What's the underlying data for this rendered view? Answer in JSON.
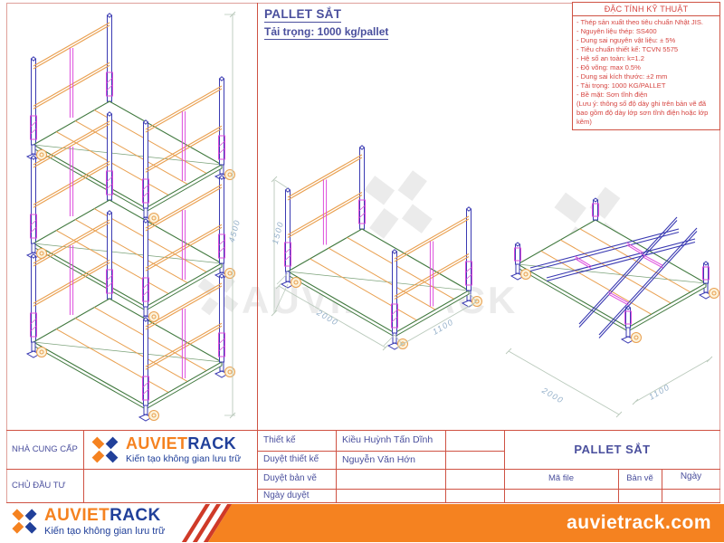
{
  "sheet": {
    "title": "PALLET SẮT",
    "load_note": "Tải trọng: 1000 kg/pallet"
  },
  "specs": {
    "title": "ĐẶC TÍNH KỸ THUẬT",
    "items": [
      "- Thép sản xuất theo tiêu chuẩn Nhật JIS.",
      "- Nguyên liệu thép: SS400",
      "- Dung sai nguyên vật liệu: ± 5%",
      "- Tiêu chuẩn thiết kế: TCVN 5575",
      "- Hệ số an toàn: k=1.2",
      "- Độ võng: max 0.5%",
      "- Dung sai kích thước: ±2 mm",
      "- Tải trọng: 1000 KG/PALLET",
      "- Bề mặt: Sơn tĩnh điện"
    ],
    "note": "(Lưu ý: thông số độ dày ghi trên bản vẽ đã bao gồm độ dày lớp sơn tĩnh điện hoặc lớp kẽm)"
  },
  "drawings": {
    "stacked": {
      "height_dim": "4500"
    },
    "single": {
      "height_dim": "1500",
      "length_dim": "2000",
      "width_dim": "1100"
    },
    "folded": {
      "length_dim": "2000",
      "width_dim": "1100"
    }
  },
  "watermark": {
    "text": "AUVIETRACK"
  },
  "title_block": {
    "supplier_label": "NHÀ CUNG CẤP",
    "investor_label": "CHỦ ĐẦU TƯ",
    "rows": [
      {
        "label": "Thiết kế",
        "value": "Kiều Huỳnh Tấn Dĩnh"
      },
      {
        "label": "Duyệt thiết kế",
        "value": "Nguyễn Văn Hớn"
      },
      {
        "label": "Duyệt bản vẽ",
        "value": ""
      },
      {
        "label": "Ngày duyệt",
        "value": ""
      }
    ],
    "product_title": "PALLET SẮT",
    "file_code_label": "Mã file",
    "drawing_label": "Bản vẽ",
    "date_label": "Ngày"
  },
  "logo": {
    "name_part1": "AUVIET",
    "name_part2": "RACK",
    "tagline": "Kiến tạo không gian lưu trữ"
  },
  "footer": {
    "website": "auvietrack.com"
  },
  "colors": {
    "brand_orange": "#f58220",
    "brand_blue": "#21409a",
    "table_line_red": "#cf5243",
    "spec_text_red": "#d64541",
    "text_blue": "#4a4f9d",
    "post_navy": "#3a3ab2",
    "rail_orange": "#e9a050",
    "brace_magenta": "#dd4ddd",
    "deck_green": "#41793f",
    "wheel_fill": "#fcf2da",
    "dim_text_blue": "#93afc9",
    "dim_line": "#b9c9bb",
    "watermark_gray": "#ebebeb",
    "stripe_red": "#cf3a28"
  }
}
